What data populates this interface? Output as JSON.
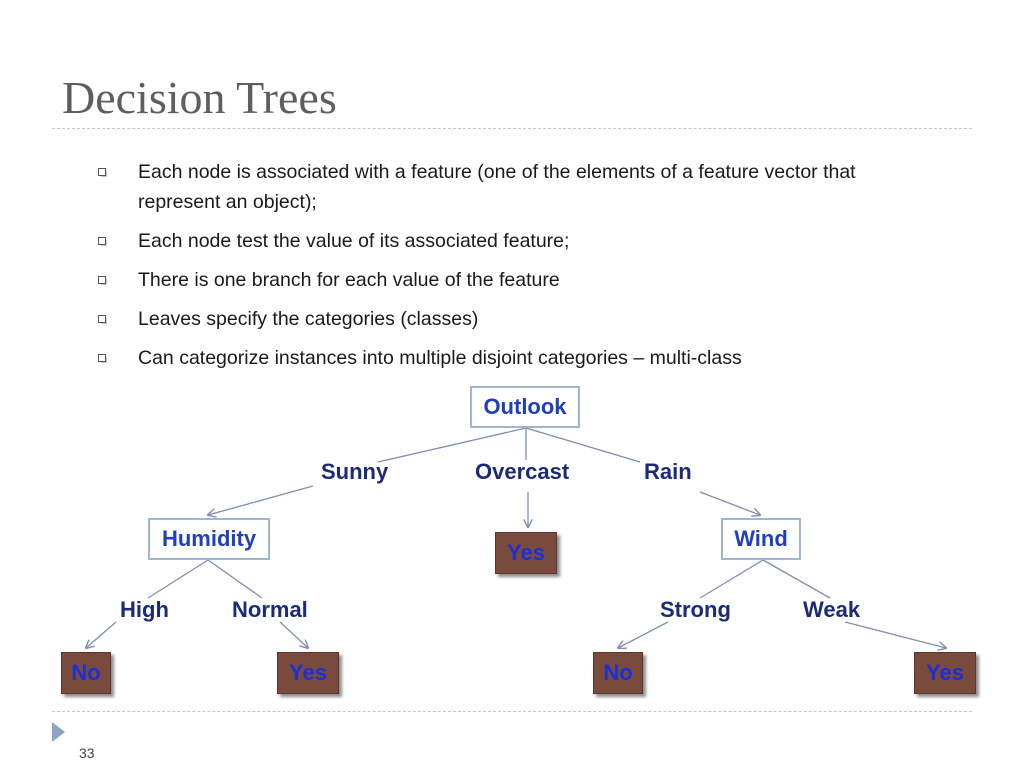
{
  "slide": {
    "title": "Decision Trees",
    "number": "33"
  },
  "bullets": [
    "Each node is associated with a feature (one of the elements of a feature vector that represent an object);",
    "Each node test the value of its associated feature;",
    "There is one branch for each value of the feature",
    "Leaves specify the categories (classes)",
    "Can categorize instances into multiple disjoint categories – multi-class"
  ],
  "tree": {
    "root": "Outlook",
    "root_branches": {
      "sunny": "Sunny",
      "overcast": "Overcast",
      "rain": "Rain"
    },
    "humidity": {
      "label": "Humidity",
      "branches": {
        "high": "High",
        "normal": "Normal"
      },
      "leaf_high": "No",
      "leaf_normal": "Yes"
    },
    "overcast_leaf": "Yes",
    "wind": {
      "label": "Wind",
      "branches": {
        "strong": "Strong",
        "weak": "Weak"
      },
      "leaf_strong": "No",
      "leaf_weak": "Yes"
    }
  },
  "colors": {
    "feature_border": "#9fb5d2",
    "feature_text": "#1f3fbf",
    "leaf_fill": "#7a4a3d",
    "leaf_text": "#1a2fd4",
    "branch_text": "#1c2a7a",
    "connector": "#7f8fb0"
  }
}
